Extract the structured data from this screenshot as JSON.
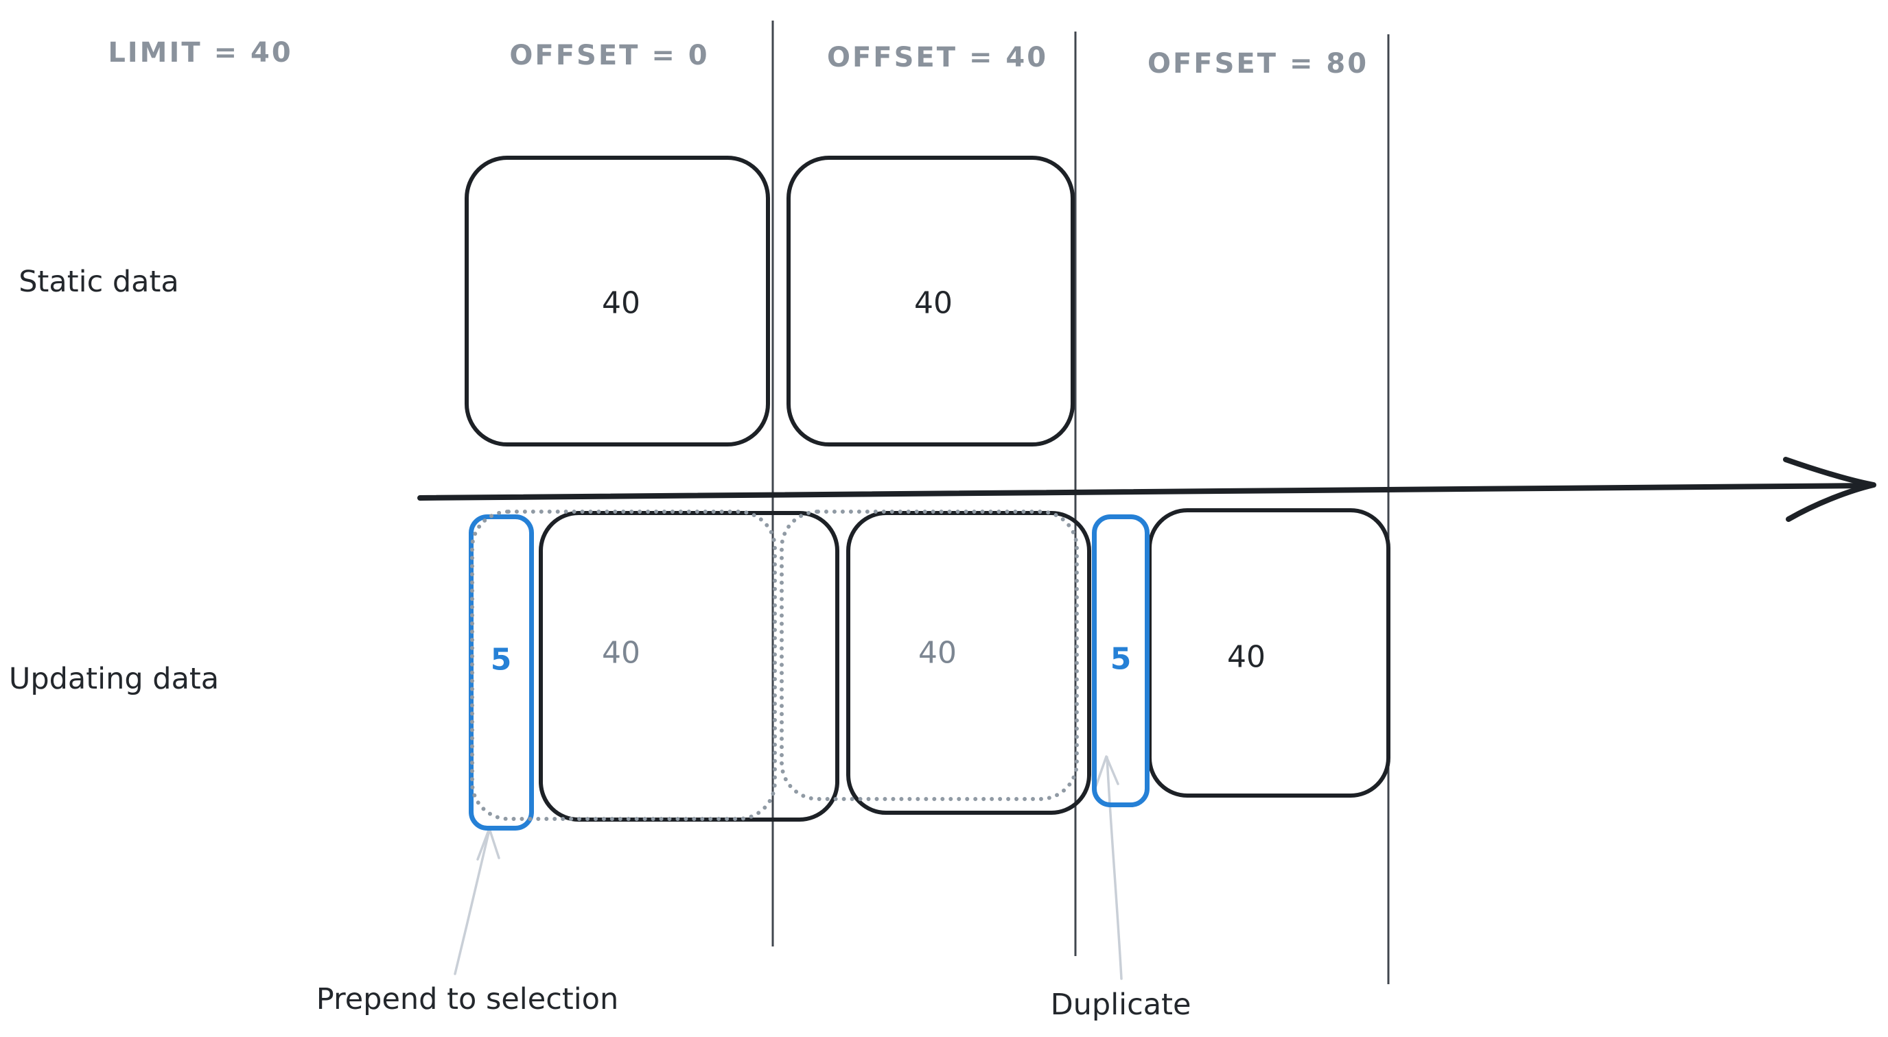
{
  "header": {
    "limit_label": "LIMIT = 40",
    "offset_labels": [
      "OFFSET = 0",
      "OFFSET = 40",
      "OFFSET = 80"
    ]
  },
  "rows": {
    "static": {
      "label": "Static data",
      "page_counts": [
        "40",
        "40"
      ]
    },
    "updating": {
      "label": "Updating data",
      "prepended_count": "5",
      "page_counts": [
        "40",
        "40",
        "40"
      ],
      "duplicated_count": "5"
    }
  },
  "annotations": {
    "prepend": "Prepend to selection",
    "duplicate": "Duplicate"
  },
  "colors": {
    "stroke": "#1d2126",
    "label_gray": "#8a929c",
    "value_gray": "#7c8692",
    "dash_gray": "#909aa4",
    "accent_blue": "#2580d6",
    "divider": "#40464e",
    "annotation_arrow": "#c9cfd7",
    "background": "#ffffff"
  }
}
